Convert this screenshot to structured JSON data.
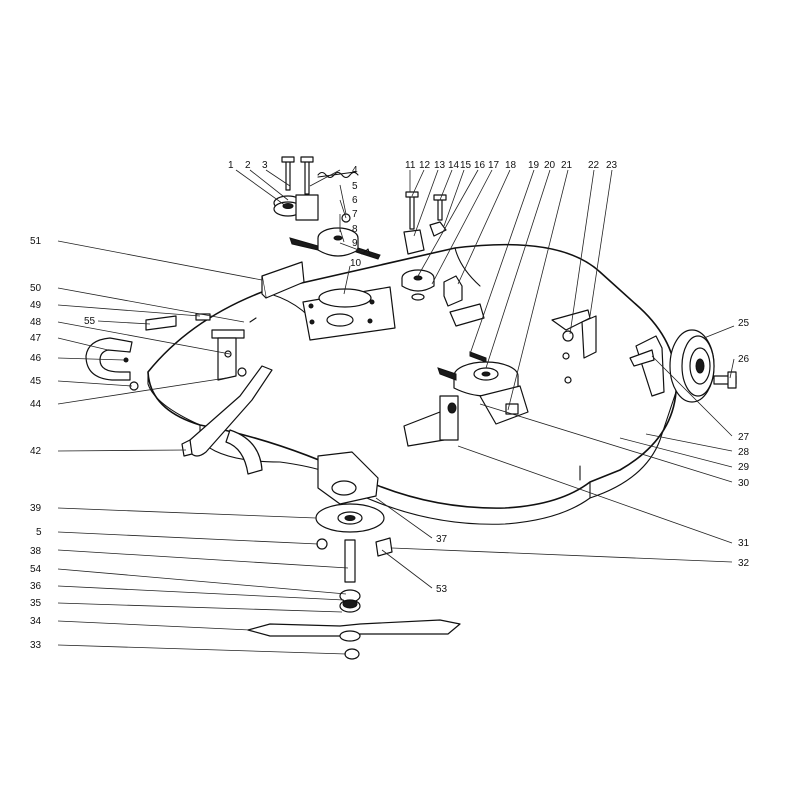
{
  "callouts": [
    {
      "id": "c1",
      "label": "1"
    },
    {
      "id": "c2",
      "label": "2"
    },
    {
      "id": "c3",
      "label": "3"
    },
    {
      "id": "c4",
      "label": "4"
    },
    {
      "id": "c5",
      "label": "5"
    },
    {
      "id": "c6",
      "label": "6"
    },
    {
      "id": "c7",
      "label": "7"
    },
    {
      "id": "c8",
      "label": "8"
    },
    {
      "id": "c9",
      "label": "9"
    },
    {
      "id": "c10",
      "label": "10"
    },
    {
      "id": "c11",
      "label": "11"
    },
    {
      "id": "c12",
      "label": "12"
    },
    {
      "id": "c13",
      "label": "13"
    },
    {
      "id": "c14",
      "label": "14"
    },
    {
      "id": "c15",
      "label": "15"
    },
    {
      "id": "c16",
      "label": "16"
    },
    {
      "id": "c17",
      "label": "17"
    },
    {
      "id": "c18",
      "label": "18"
    },
    {
      "id": "c19",
      "label": "19"
    },
    {
      "id": "c20",
      "label": "20"
    },
    {
      "id": "c21",
      "label": "21"
    },
    {
      "id": "c22",
      "label": "22"
    },
    {
      "id": "c23",
      "label": "23"
    },
    {
      "id": "c25",
      "label": "25"
    },
    {
      "id": "c26",
      "label": "26"
    },
    {
      "id": "c27",
      "label": "27"
    },
    {
      "id": "c28",
      "label": "28"
    },
    {
      "id": "c29",
      "label": "29"
    },
    {
      "id": "c30",
      "label": "30"
    },
    {
      "id": "c31",
      "label": "31"
    },
    {
      "id": "c32",
      "label": "32"
    },
    {
      "id": "c33",
      "label": "33"
    },
    {
      "id": "c34",
      "label": "34"
    },
    {
      "id": "c35",
      "label": "35"
    },
    {
      "id": "c36",
      "label": "36"
    },
    {
      "id": "c37",
      "label": "37"
    },
    {
      "id": "c38",
      "label": "38"
    },
    {
      "id": "c39",
      "label": "39"
    },
    {
      "id": "c42",
      "label": "42"
    },
    {
      "id": "c44",
      "label": "44"
    },
    {
      "id": "c45",
      "label": "45"
    },
    {
      "id": "c46",
      "label": "46"
    },
    {
      "id": "c47",
      "label": "47"
    },
    {
      "id": "c48",
      "label": "48"
    },
    {
      "id": "c49",
      "label": "49"
    },
    {
      "id": "c50",
      "label": "50"
    },
    {
      "id": "c51",
      "label": "51"
    },
    {
      "id": "c53",
      "label": "53"
    },
    {
      "id": "c54",
      "label": "54"
    },
    {
      "id": "c55",
      "label": "55"
    },
    {
      "id": "c5b",
      "label": "5"
    }
  ]
}
